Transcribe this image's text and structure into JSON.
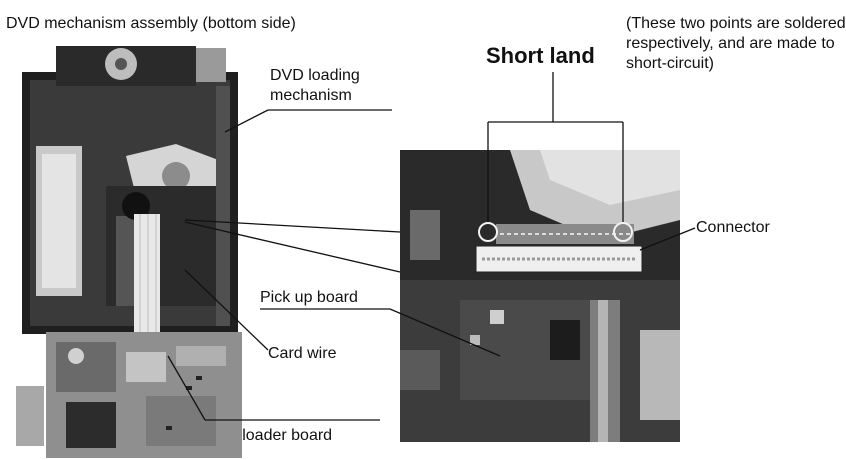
{
  "labels": {
    "assembly_title": "DVD mechanism assembly (bottom side)",
    "loading_mechanism": "DVD loading mechanism",
    "short_land": "Short land",
    "short_land_note": "(These two points are soldered respectively, and are made to short-circuit)",
    "connector": "Connector",
    "pickup_board": "Pick up board",
    "card_wire": "Card wire",
    "loader_board": "DVD loader board"
  },
  "colors": {
    "photo_dark": "#1c1c1c",
    "photo_mid": "#6e6e6e",
    "photo_light": "#d8d8d8",
    "board_green": "#4a4a4a",
    "line": "#111111"
  }
}
